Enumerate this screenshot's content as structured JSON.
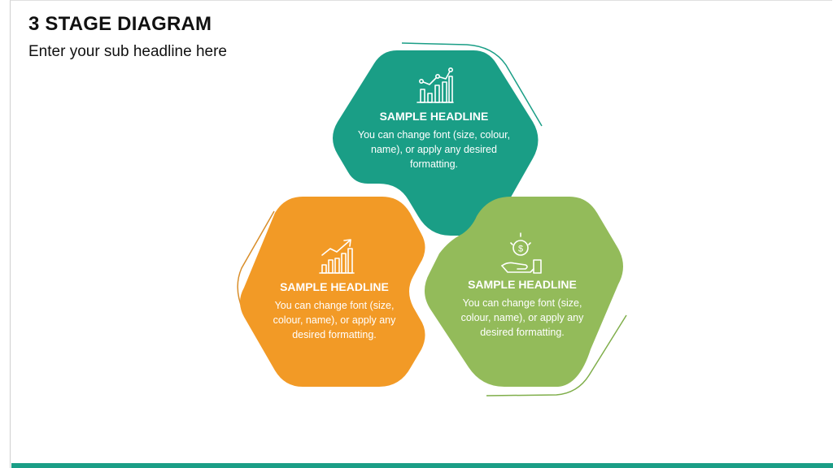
{
  "slide": {
    "title": "3 STAGE DIAGRAM",
    "subtitle": "Enter your sub headline here"
  },
  "colors": {
    "teal": "#1a9e86",
    "orange": "#f29a26",
    "green": "#93bb5a",
    "line_teal": "#1a9e86",
    "line_orange": "#d98e2a",
    "line_green": "#7fae4a",
    "bottom_bar": "#1a9e86"
  },
  "stages": [
    {
      "id": "top",
      "icon": "bar-chart-line-icon",
      "headline": "SAMPLE HEADLINE",
      "body": "You can change font (size, colour, name), or apply any desired formatting."
    },
    {
      "id": "left",
      "icon": "growth-chart-arrow-icon",
      "headline": "SAMPLE HEADLINE",
      "body": "You can change font (size, colour, name), or apply any desired formatting."
    },
    {
      "id": "right",
      "icon": "money-hand-icon",
      "headline": "SAMPLE HEADLINE",
      "body": "You can change font (size, colour, name), or apply any desired formatting."
    }
  ]
}
